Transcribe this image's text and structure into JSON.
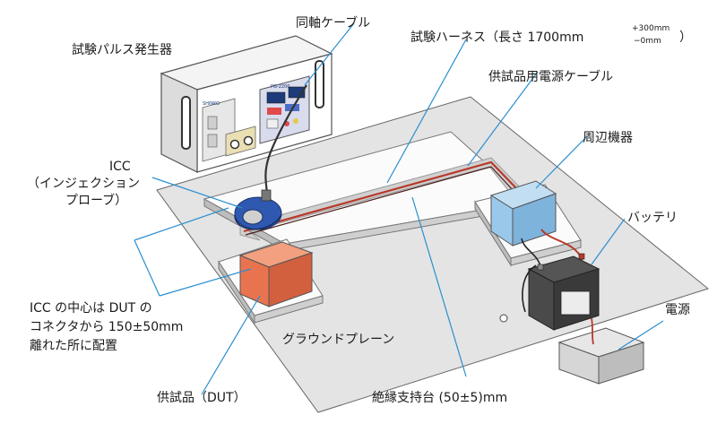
{
  "labels": {
    "pulse_generator": "試験パルス発生器",
    "coax_cable": "同軸ケーブル",
    "test_harness": "試験ハーネス（長さ 1700mm",
    "harness_tol_plus": "+300mm",
    "harness_tol_minus": "−0mm",
    "harness_close": "）",
    "dut_power_cable": "供試品用電源ケーブル",
    "peripheral": "周辺機器",
    "icc_line1": "ICC",
    "icc_line2": "（インジェクション",
    "icc_line3": "プローブ）",
    "battery": "バッテリ",
    "icc_note_line1": "ICC の中心は DUT の",
    "icc_note_line2": "コネクタから 150±50mm",
    "icc_note_line3": "離れた所に配置",
    "ground_plane": "グラウンドプレーン",
    "power_supply": "電源",
    "dut": "供試品（DUT）",
    "insulating_support": "絶縁支持台 (50±5)mm"
  },
  "colors": {
    "dut_fill": "#e8744f",
    "peripheral_fill": "#9ac8ea",
    "callout": "#2a8fd0",
    "harness_red": "#b8392a",
    "ground_plane": "#e4e4e4"
  }
}
